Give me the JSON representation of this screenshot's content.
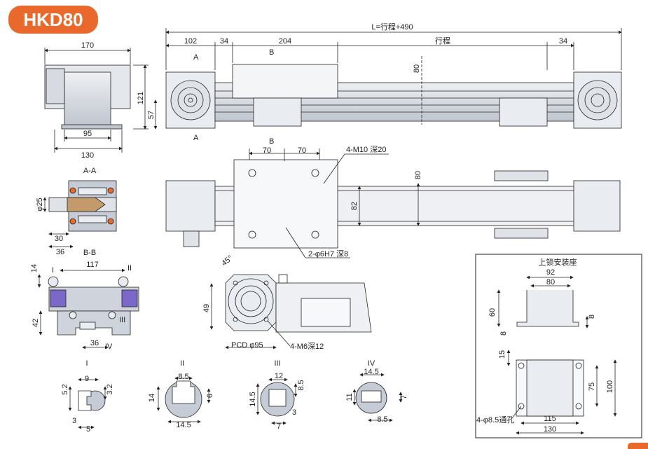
{
  "title": "HKD80",
  "accent_color": "#e9692c",
  "body_color": "#c9ced6",
  "views": {
    "end": {
      "width_top": "170",
      "width_mid": "95",
      "width_bot": "130",
      "height_total": "121",
      "height_lower": "57"
    },
    "side": {
      "total": "L=行程+490",
      "d1": "102",
      "d2": "34",
      "d3": "204",
      "stroke": "行程",
      "d4": "34",
      "h80": "80",
      "sec_a1": "A",
      "sec_a2": "A",
      "sec_b1": "B",
      "sec_b2": "B"
    },
    "top": {
      "d70a": "70",
      "d70b": "70",
      "h80": "80",
      "h82": "82",
      "note_tap": "4-M10 深20",
      "note_pin": "2-φ6H7 深8"
    },
    "section_aa": {
      "label": "A-A",
      "dia": "φ25",
      "d30": "30",
      "d36": "36"
    },
    "section_bb": {
      "label": "B-B",
      "w117": "117",
      "h14": "14",
      "h42": "42",
      "w36": "36",
      "m1": "I",
      "m2": "II",
      "m3": "III",
      "m4": "IV"
    },
    "flange": {
      "angle": "45°",
      "h49": "49",
      "pcd": "PCD φ95",
      "taps": "4-M6深12"
    },
    "details": {
      "d1": {
        "label": "I",
        "a": "9",
        "b": "5.2",
        "c": "3.2",
        "d": "3",
        "e": "5"
      },
      "d2": {
        "label": "II",
        "a": "8.5",
        "b": "14",
        "c": "6",
        "d": "14.5"
      },
      "d3": {
        "label": "III",
        "a": "12",
        "b": "8.5",
        "c": "14.5",
        "d": "3",
        "e": "7"
      },
      "d4": {
        "label": "IV",
        "a": "14.5",
        "b": "11",
        "c": "7",
        "d": "8.5"
      }
    },
    "bracket": {
      "title": "上锁安装座",
      "w92": "92",
      "w80": "80",
      "h60": "60",
      "h8a": "8",
      "h8b": "8",
      "h15": "15",
      "h75": "75",
      "h100": "100",
      "holes": "4-φ8.5通孔",
      "w115": "115",
      "w130": "130"
    }
  }
}
